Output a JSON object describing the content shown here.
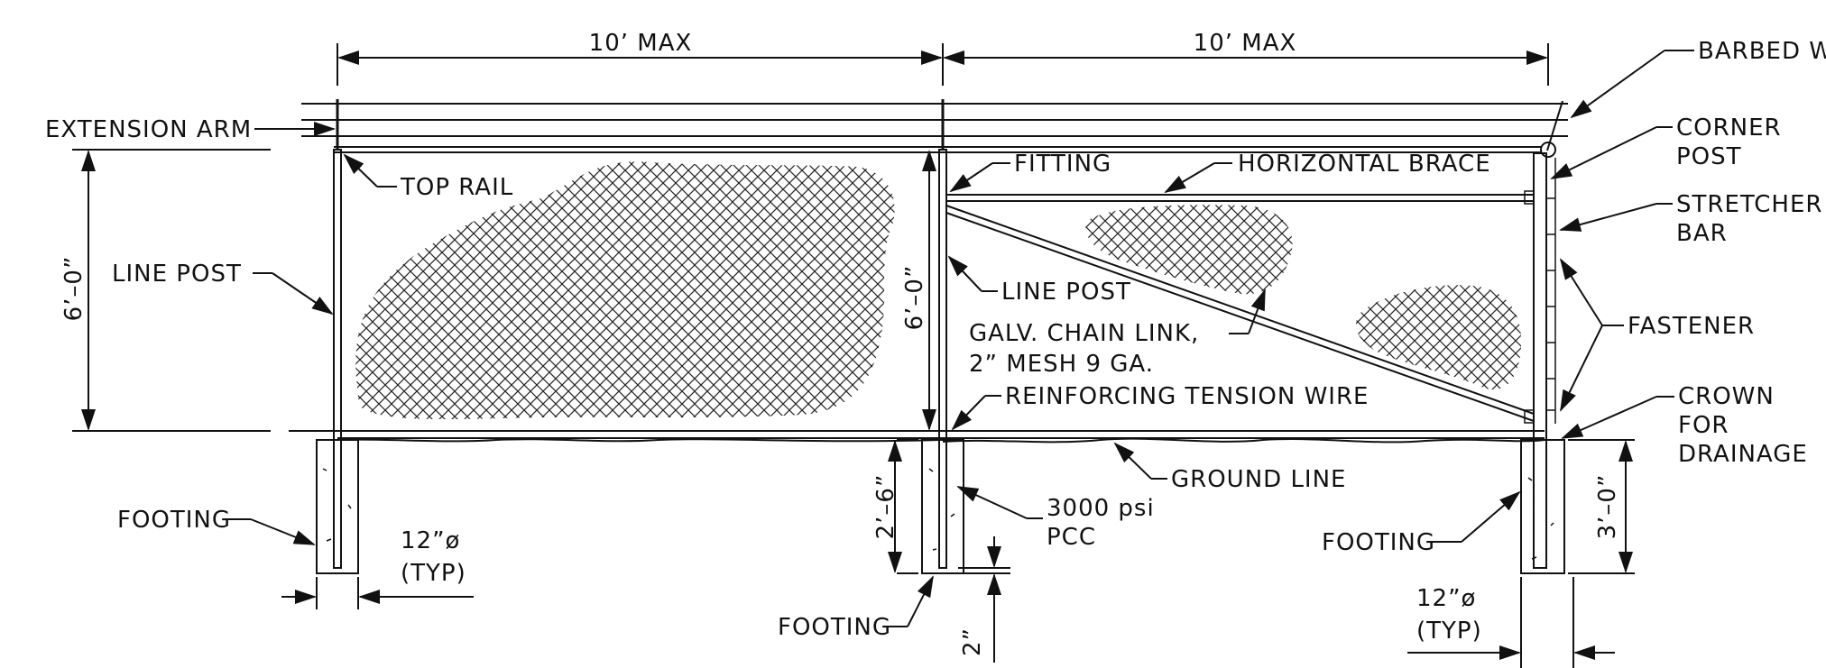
{
  "labels": {
    "span_left": "10’ MAX",
    "span_right": "10’ MAX",
    "barbed_wire": "BARBED WIRE",
    "extension_arm": "EXTENSION ARM",
    "top_rail": "TOP RAIL",
    "fitting": "FITTING",
    "horizontal_brace": "HORIZONTAL BRACE",
    "corner_post_1": "CORNER",
    "corner_post_2": "POST",
    "stretcher_bar_1": "STRETCHER",
    "stretcher_bar_2": "BAR",
    "fastener": "FASTENER",
    "crown_1": "CROWN",
    "crown_2": "FOR",
    "crown_3": "DRAINAGE",
    "line_post_left": "LINE POST",
    "line_post_mid": "LINE POST",
    "height_left": "6’–0”",
    "height_mid": "6’–0”",
    "chain_link_1": "GALV. CHAIN LINK,",
    "chain_link_2": "2” MESH 9 GA.",
    "tension_wire": "REINFORCING TENSION WIRE",
    "ground_line": "GROUND LINE",
    "footing_left": "FOOTING",
    "footing_mid": "FOOTING",
    "footing_right": "FOOTING",
    "dia_left_1": "12”ø",
    "dia_left_2": "(TYP)",
    "dia_right_1": "12”ø",
    "dia_right_2": "(TYP)",
    "depth_mid": "2’–6”",
    "depth_right": "3’–0”",
    "bottom_gap": "2”",
    "concrete_1": "3000 psi",
    "concrete_2": "PCC"
  }
}
